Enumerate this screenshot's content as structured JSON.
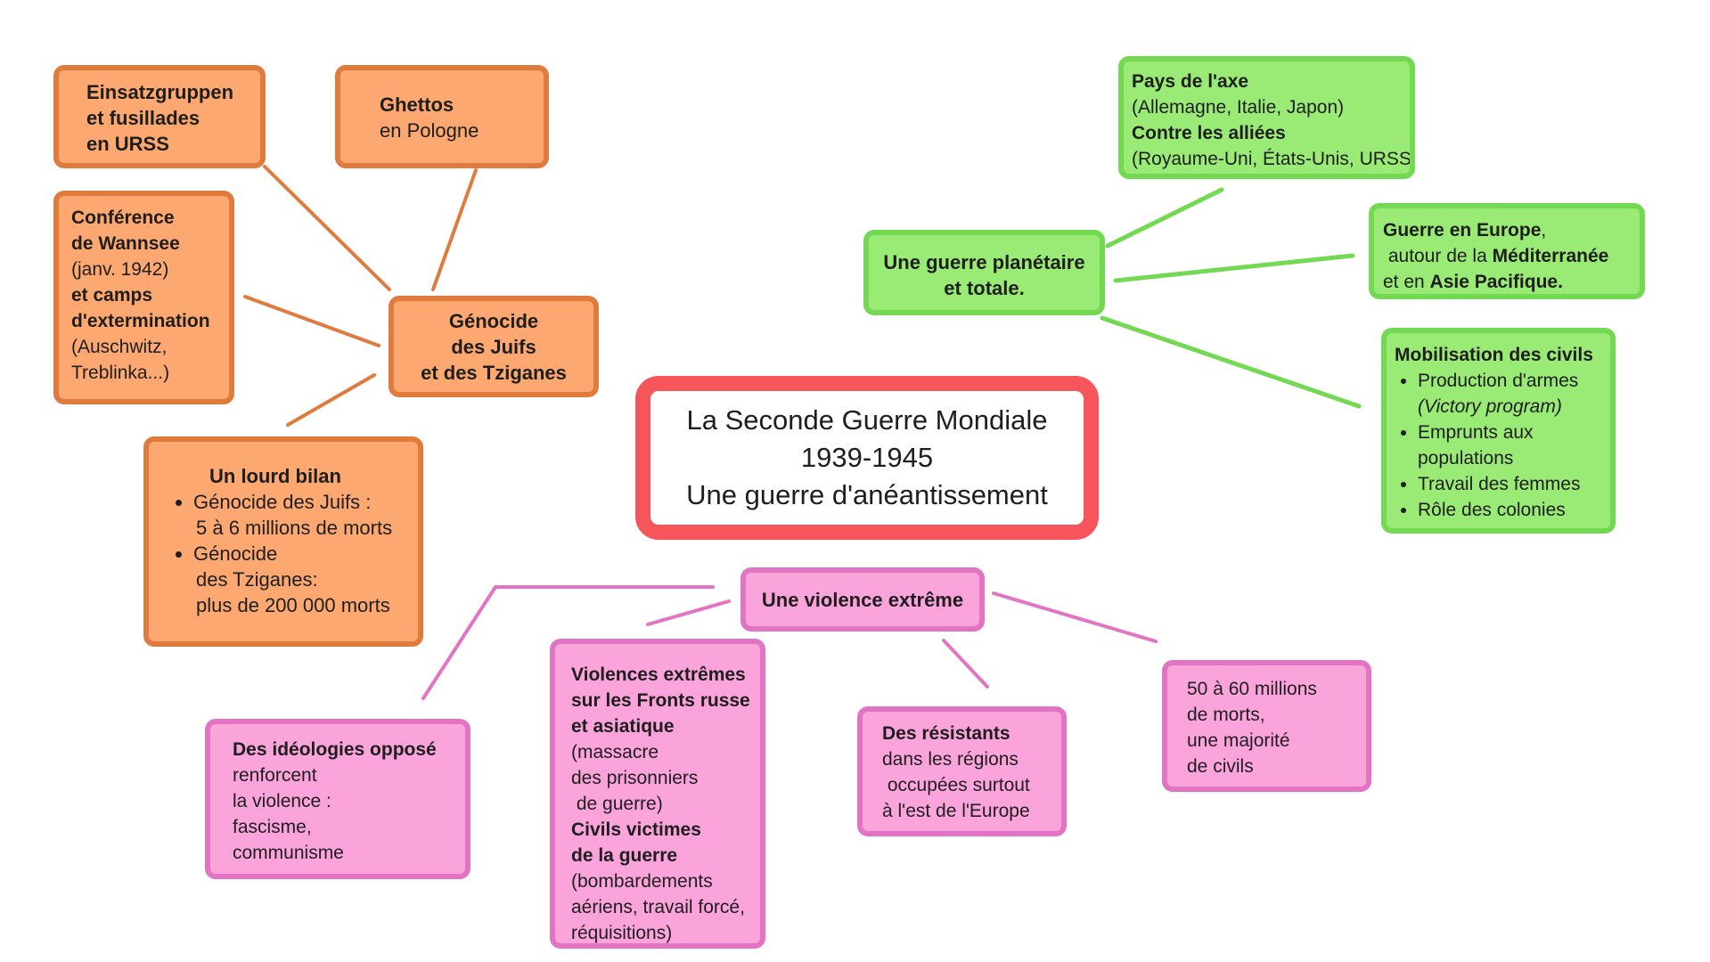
{
  "colors": {
    "orange_fill": "#fca870",
    "orange_border": "#e07b3e",
    "green_fill": "#9aea76",
    "green_border": "#73d952",
    "pink_fill": "#fba3db",
    "pink_border": "#e374c4",
    "center_border": "#f6565b"
  },
  "center": {
    "line1": "La Seconde Guerre Mondiale",
    "line2": "1939-1945",
    "line3": "Une guerre d'anéantissement"
  },
  "genocide": {
    "hub": [
      "Génocide",
      "des Juifs",
      "et des Tziganes"
    ],
    "einsatzgruppen": [
      "Einsatzgruppen",
      "et fusillades",
      "en URSS"
    ],
    "ghettos": {
      "title": "Ghettos",
      "subtitle": "en Pologne"
    },
    "wannsee": {
      "l1": "Conférence",
      "l2": "de Wannsee",
      "l3": "(janv. 1942)",
      "l4": "et camps",
      "l5": "d'extermination",
      "l6": "(Auschwitz,",
      "l7": "Treblinka...)"
    },
    "bilan": {
      "title": "Un lourd bilan",
      "item1_a": "Génocide des Juifs :",
      "item1_b": "5 à 6 millions de morts",
      "item2_a": "Génocide",
      "item2_b": "des Tziganes:",
      "item2_c": "plus de 200 000 morts"
    }
  },
  "guerre": {
    "hub": [
      "Une guerre planétaire",
      "et totale."
    ],
    "axe": {
      "l1": "Pays de l'axe",
      "l2": "(Allemagne, Italie, Japon)",
      "l3": "Contre les alliées",
      "l4": "(Royaume-Uni, États-Unis, URSS)"
    },
    "europe": {
      "l1_bold": "Guerre en Europe",
      "l1_rest": ",",
      "l2_pre": " autour de la ",
      "l2_bold": "Méditerranée",
      "l3_pre": "et en ",
      "l3_bold": "Asie Pacifique."
    },
    "mobilisation": {
      "title": "Mobilisation des civils",
      "item1_a": "Production d'armes",
      "item1_b": "(Victory program)",
      "item2_a": "Emprunts aux",
      "item2_b": "populations",
      "item3": "Travail des femmes",
      "item4": "Rôle des colonies"
    }
  },
  "violence": {
    "hub": "Une violence extrême",
    "ideologies": {
      "title": "Des idéologies opposé",
      "l2": "renforcent",
      "l3": "la violence :",
      "l4": "fascisme,",
      "l5": "communisme"
    },
    "fronts": {
      "l1": "Violences extrêmes",
      "l2": "sur les Fronts russe",
      "l3": "et asiatique",
      "l4": "(massacre",
      "l5": "des prisonniers",
      "l6": " de guerre)",
      "l7": "Civils victimes",
      "l8": "de la guerre",
      "l9": "(bombardements",
      "l10": "aériens, travail forcé,",
      "l11": "réquisitions)"
    },
    "resistants": {
      "title": "Des résistants",
      "l2": "dans les régions",
      "l3": " occupées surtout",
      "l4": "à l'est de l'Europe"
    },
    "morts": {
      "l1": "50 à 60 millions",
      "l2": "de morts,",
      "l3": "une majorité",
      "l4": "de civils"
    }
  }
}
